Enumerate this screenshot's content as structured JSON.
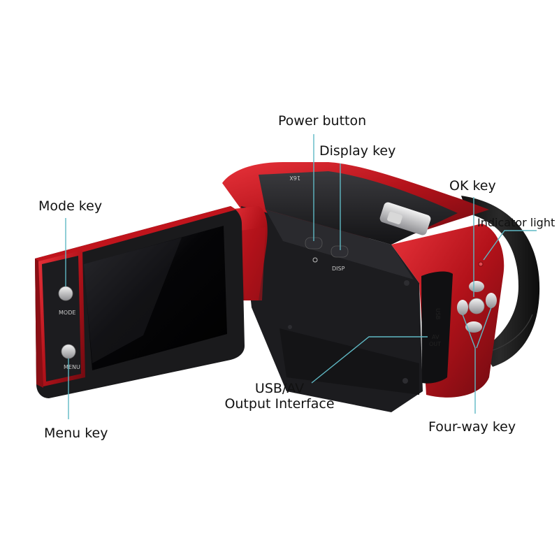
{
  "callouts": {
    "power_button": "Power button",
    "display_key": "Display key",
    "mode_key": "Mode key",
    "ok_key": "OK key",
    "indicator_light": "Indicator light",
    "menu_key": "Menu key",
    "usb_av_line1": "USB/AV",
    "usb_av_line2": "Output Interface",
    "four_way_key": "Four-way key"
  },
  "camera_print": {
    "mode": "MODE",
    "menu": "MENU",
    "disp": "DISP",
    "usb": "USB",
    "av": "AV",
    "out": "OUT",
    "zoom": "16X"
  },
  "colors": {
    "accent_red": "#c0141c",
    "body_dark": "#1f1f22",
    "leader_line": "#5fb8c4"
  }
}
